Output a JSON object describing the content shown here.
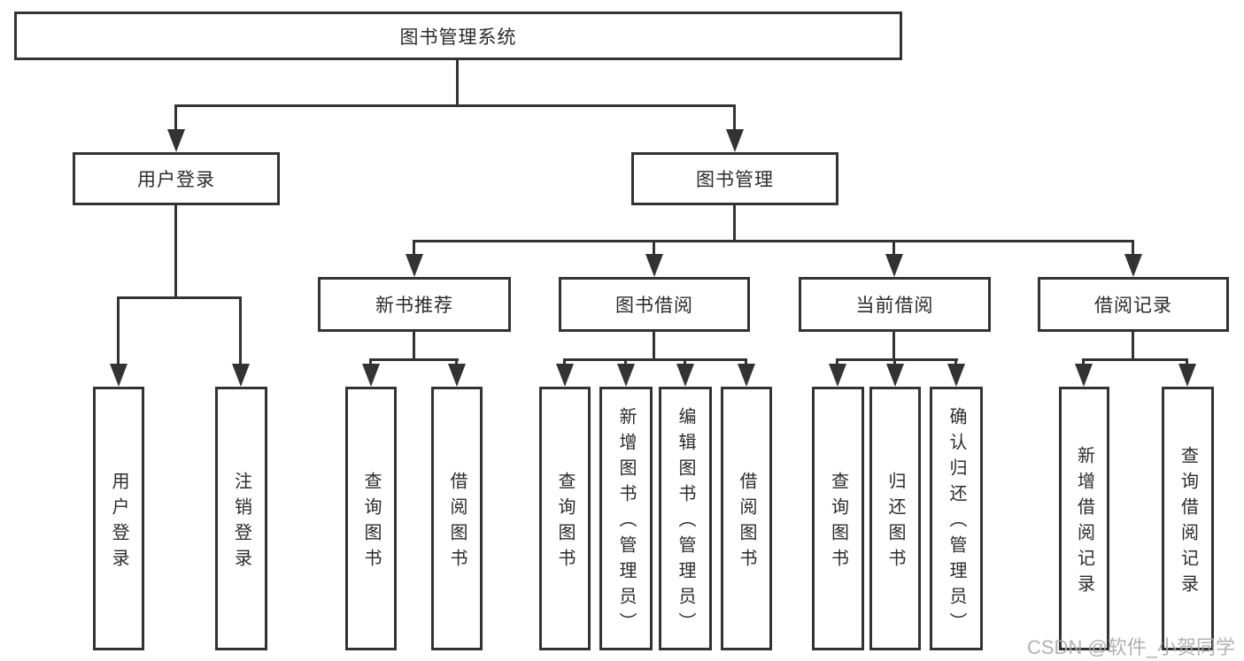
{
  "tree": {
    "label": "图书管理系统",
    "children": [
      {
        "label": "用户登录",
        "children": [
          {
            "label": "用户登录"
          },
          {
            "label": "注销登录"
          }
        ]
      },
      {
        "label": "图书管理",
        "children": [
          {
            "label": "新书推荐",
            "children": [
              {
                "label": "查询图书"
              },
              {
                "label": "借阅图书"
              }
            ]
          },
          {
            "label": "图书借阅",
            "children": [
              {
                "label": "查询图书"
              },
              {
                "label": "新增图书（管理员）"
              },
              {
                "label": "编辑图书（管理员）"
              },
              {
                "label": "借阅图书"
              }
            ]
          },
          {
            "label": "当前借阅",
            "children": [
              {
                "label": "查询图书"
              },
              {
                "label": "归还图书"
              },
              {
                "label": "确认归还（管理员）"
              }
            ]
          },
          {
            "label": "借阅记录",
            "children": [
              {
                "label": "新增借阅记录"
              },
              {
                "label": "查询借阅记录"
              }
            ]
          }
        ]
      }
    ]
  },
  "watermark": "CSDN @软件_小贺同学",
  "colors": {
    "line": "#333333",
    "text": "#2b2b2b",
    "watermark_gray": "#aaaaaa",
    "background": "#ffffff"
  }
}
